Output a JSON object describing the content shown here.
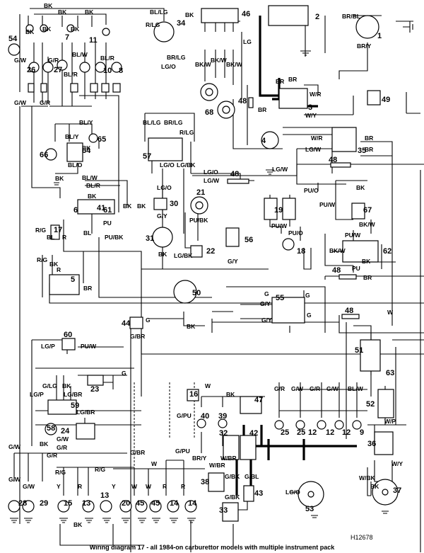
{
  "caption": "Wiring diagram 17 - all 1984-on carburettor models with multiple instrument pack",
  "reference": "H12678",
  "components": [
    {
      "id": "c1",
      "num": "1"
    },
    {
      "id": "c2",
      "num": "2"
    },
    {
      "id": "c3",
      "num": "3"
    },
    {
      "id": "c4",
      "num": "4"
    },
    {
      "id": "c5",
      "num": "5"
    },
    {
      "id": "c6",
      "num": "6"
    },
    {
      "id": "c7",
      "num": "7"
    },
    {
      "id": "c8",
      "num": "8"
    },
    {
      "id": "c9",
      "num": "9"
    },
    {
      "id": "c10",
      "num": "10"
    },
    {
      "id": "c11",
      "num": "11"
    },
    {
      "id": "c12a",
      "num": "12"
    },
    {
      "id": "c12b",
      "num": "12"
    },
    {
      "id": "c12c",
      "num": "12"
    },
    {
      "id": "c13a",
      "num": "13"
    },
    {
      "id": "c13b",
      "num": "13"
    },
    {
      "id": "c14a",
      "num": "14"
    },
    {
      "id": "c14b",
      "num": "14"
    },
    {
      "id": "c15",
      "num": "15"
    },
    {
      "id": "c16",
      "num": "16"
    },
    {
      "id": "c17",
      "num": "17"
    },
    {
      "id": "c18",
      "num": "18"
    },
    {
      "id": "c19",
      "num": "19"
    },
    {
      "id": "c20",
      "num": "20"
    },
    {
      "id": "c21",
      "num": "21"
    },
    {
      "id": "c22",
      "num": "22"
    },
    {
      "id": "c23",
      "num": "23"
    },
    {
      "id": "c24",
      "num": "24"
    },
    {
      "id": "c25a",
      "num": "25"
    },
    {
      "id": "c25b",
      "num": "25"
    },
    {
      "id": "c26",
      "num": "26"
    },
    {
      "id": "c27",
      "num": "27"
    },
    {
      "id": "c28",
      "num": "28"
    },
    {
      "id": "c29",
      "num": "29"
    },
    {
      "id": "c30",
      "num": "30"
    },
    {
      "id": "c31",
      "num": "31"
    },
    {
      "id": "c32",
      "num": "32"
    },
    {
      "id": "c33",
      "num": "33"
    },
    {
      "id": "c34",
      "num": "34"
    },
    {
      "id": "c35",
      "num": "35"
    },
    {
      "id": "c36",
      "num": "36"
    },
    {
      "id": "c37",
      "num": "37"
    },
    {
      "id": "c38",
      "num": "38"
    },
    {
      "id": "c39",
      "num": "39"
    },
    {
      "id": "c40",
      "num": "40"
    },
    {
      "id": "c41",
      "num": "41"
    },
    {
      "id": "c42",
      "num": "42"
    },
    {
      "id": "c43",
      "num": "43"
    },
    {
      "id": "c44",
      "num": "44"
    },
    {
      "id": "c45a",
      "num": "45"
    },
    {
      "id": "c45b",
      "num": "45"
    },
    {
      "id": "c46",
      "num": "46"
    },
    {
      "id": "c47",
      "num": "47"
    },
    {
      "id": "c48a",
      "num": "48"
    },
    {
      "id": "c48b",
      "num": "48"
    },
    {
      "id": "c48c",
      "num": "48"
    },
    {
      "id": "c48d",
      "num": "48"
    },
    {
      "id": "c48e",
      "num": "48"
    },
    {
      "id": "c49",
      "num": "49"
    },
    {
      "id": "c50",
      "num": "50"
    },
    {
      "id": "c51",
      "num": "51"
    },
    {
      "id": "c52",
      "num": "52"
    },
    {
      "id": "c53",
      "num": "53"
    },
    {
      "id": "c54",
      "num": "54"
    },
    {
      "id": "c55",
      "num": "55"
    },
    {
      "id": "c56",
      "num": "56"
    },
    {
      "id": "c57",
      "num": "57"
    },
    {
      "id": "c58",
      "num": "58"
    },
    {
      "id": "c59",
      "num": "59"
    },
    {
      "id": "c60",
      "num": "60"
    },
    {
      "id": "c61",
      "num": "61"
    },
    {
      "id": "c62",
      "num": "62"
    },
    {
      "id": "c63",
      "num": "63"
    },
    {
      "id": "c64",
      "num": "64"
    },
    {
      "id": "c65",
      "num": "65"
    },
    {
      "id": "c66",
      "num": "66"
    },
    {
      "id": "c67",
      "num": "67"
    },
    {
      "id": "c68",
      "num": "68"
    }
  ],
  "wire_labels": [
    {
      "id": "t01",
      "text": "BK"
    },
    {
      "id": "t02",
      "text": "BK"
    },
    {
      "id": "t03",
      "text": "BK"
    },
    {
      "id": "t04",
      "text": "BK"
    },
    {
      "id": "t05",
      "text": "BK"
    },
    {
      "id": "t06",
      "text": "BK"
    },
    {
      "id": "t07",
      "text": "BL/W"
    },
    {
      "id": "t08",
      "text": "BL/R"
    },
    {
      "id": "t09",
      "text": "BL/R"
    },
    {
      "id": "t10",
      "text": "G/W"
    },
    {
      "id": "t11",
      "text": "G/R"
    },
    {
      "id": "t12",
      "text": "BL/LG"
    },
    {
      "id": "t13",
      "text": "R/LG"
    },
    {
      "id": "t14",
      "text": "BR/LG"
    },
    {
      "id": "t15",
      "text": "LG/O"
    },
    {
      "id": "t16",
      "text": "BK"
    },
    {
      "id": "t17",
      "text": "BK/W"
    },
    {
      "id": "t18",
      "text": "BK/W"
    },
    {
      "id": "t19",
      "text": "BK/W"
    },
    {
      "id": "t20",
      "text": "LG"
    },
    {
      "id": "t21",
      "text": "BR/BL"
    },
    {
      "id": "t22",
      "text": "BR/Y"
    },
    {
      "id": "t23",
      "text": "G/W"
    },
    {
      "id": "t24",
      "text": "G/R"
    },
    {
      "id": "t25",
      "text": "BL/Y"
    },
    {
      "id": "t26",
      "text": "BL/Y"
    },
    {
      "id": "t27",
      "text": "BL/O"
    },
    {
      "id": "t28",
      "text": "BK"
    },
    {
      "id": "t29",
      "text": "BK"
    },
    {
      "id": "t30",
      "text": "BL/LG"
    },
    {
      "id": "t31",
      "text": "BR/LG"
    },
    {
      "id": "t32",
      "text": "R/LG"
    },
    {
      "id": "t33",
      "text": "LG/O"
    },
    {
      "id": "t34",
      "text": "LG/BK"
    },
    {
      "id": "t35",
      "text": "LG/O"
    },
    {
      "id": "t36",
      "text": "LG/W"
    },
    {
      "id": "t37",
      "text": "LG/O"
    },
    {
      "id": "t38",
      "text": "LG/W"
    },
    {
      "id": "t39",
      "text": "BR"
    },
    {
      "id": "t40",
      "text": "BR"
    },
    {
      "id": "t41",
      "text": "BR"
    },
    {
      "id": "t42",
      "text": "W/R"
    },
    {
      "id": "t43",
      "text": "W/Y"
    },
    {
      "id": "t44",
      "text": "W/R"
    },
    {
      "id": "t45",
      "text": "LG/W"
    },
    {
      "id": "t46",
      "text": "BR"
    },
    {
      "id": "t47",
      "text": "BR"
    },
    {
      "id": "t48",
      "text": "BL/W"
    },
    {
      "id": "t49",
      "text": "BL/R"
    },
    {
      "id": "t50",
      "text": "BK"
    },
    {
      "id": "t51",
      "text": "BK"
    },
    {
      "id": "t52",
      "text": "BK"
    },
    {
      "id": "t53",
      "text": "G/Y"
    },
    {
      "id": "t54",
      "text": "PU/BK"
    },
    {
      "id": "t55",
      "text": "BK"
    },
    {
      "id": "t56",
      "text": "LG/BK"
    },
    {
      "id": "t57",
      "text": "PU"
    },
    {
      "id": "t58",
      "text": "PU/BK"
    },
    {
      "id": "t59",
      "text": "BL"
    },
    {
      "id": "t60",
      "text": "R/G"
    },
    {
      "id": "t61",
      "text": "BL"
    },
    {
      "id": "t62",
      "text": "R"
    },
    {
      "id": "t63",
      "text": "R/G"
    },
    {
      "id": "t64",
      "text": "BK"
    },
    {
      "id": "t65",
      "text": "R"
    },
    {
      "id": "t66",
      "text": "BR"
    },
    {
      "id": "t67",
      "text": "G/Y"
    },
    {
      "id": "t68",
      "text": "PU/O"
    },
    {
      "id": "t69",
      "text": "PU/W"
    },
    {
      "id": "t70",
      "text": "PU/W"
    },
    {
      "id": "t71",
      "text": "PU/O"
    },
    {
      "id": "t72",
      "text": "BK"
    },
    {
      "id": "t73",
      "text": "BK/W"
    },
    {
      "id": "t74",
      "text": "PU/W"
    },
    {
      "id": "t75",
      "text": "BK/W"
    },
    {
      "id": "t76",
      "text": "BK"
    },
    {
      "id": "t77",
      "text": "PU"
    },
    {
      "id": "t78",
      "text": "BR"
    },
    {
      "id": "t79",
      "text": "G/Y"
    },
    {
      "id": "t80",
      "text": "G"
    },
    {
      "id": "t81",
      "text": "G/Y"
    },
    {
      "id": "t82",
      "text": "G"
    },
    {
      "id": "t83",
      "text": "G"
    },
    {
      "id": "t84",
      "text": "W"
    },
    {
      "id": "t85",
      "text": "G"
    },
    {
      "id": "t86",
      "text": "G/BR"
    },
    {
      "id": "t87",
      "text": "BK"
    },
    {
      "id": "t88",
      "text": "LG/P"
    },
    {
      "id": "t89",
      "text": "PU/W"
    },
    {
      "id": "t90",
      "text": "G"
    },
    {
      "id": "t91",
      "text": "G/LG"
    },
    {
      "id": "t92",
      "text": "BK"
    },
    {
      "id": "t93",
      "text": "LG/P"
    },
    {
      "id": "t94",
      "text": "LG/BR"
    },
    {
      "id": "t95",
      "text": "LG/BR"
    },
    {
      "id": "t96",
      "text": "G/W"
    },
    {
      "id": "t97",
      "text": "G/R"
    },
    {
      "id": "t98",
      "text": "BK"
    },
    {
      "id": "t99",
      "text": "G/W"
    },
    {
      "id": "t100",
      "text": "G/R"
    },
    {
      "id": "t101",
      "text": "R/G"
    },
    {
      "id": "t102",
      "text": "Y"
    },
    {
      "id": "t103",
      "text": "R/G"
    },
    {
      "id": "t104",
      "text": "R"
    },
    {
      "id": "t105",
      "text": "G/W"
    },
    {
      "id": "t106",
      "text": "G/W"
    },
    {
      "id": "t107",
      "text": "G/BR"
    },
    {
      "id": "t108",
      "text": "G/PU"
    },
    {
      "id": "t109",
      "text": "G/PU"
    },
    {
      "id": "t110",
      "text": "BR/Y"
    },
    {
      "id": "t111",
      "text": "Y"
    },
    {
      "id": "t112",
      "text": "W"
    },
    {
      "id": "t113",
      "text": "W"
    },
    {
      "id": "t114",
      "text": "W"
    },
    {
      "id": "t115",
      "text": "R"
    },
    {
      "id": "t116",
      "text": "R"
    },
    {
      "id": "t117",
      "text": "W"
    },
    {
      "id": "t118",
      "text": "BK"
    },
    {
      "id": "t119",
      "text": "BK"
    },
    {
      "id": "t120",
      "text": "G/R"
    },
    {
      "id": "t121",
      "text": "G/W"
    },
    {
      "id": "t122",
      "text": "G/R"
    },
    {
      "id": "t123",
      "text": "G/W"
    },
    {
      "id": "t124",
      "text": "BL/W"
    },
    {
      "id": "t125",
      "text": "W/BR"
    },
    {
      "id": "t126",
      "text": "G/BK"
    },
    {
      "id": "t127",
      "text": "G/BL"
    },
    {
      "id": "t128",
      "text": "LG/O"
    },
    {
      "id": "t129",
      "text": "W/BK"
    },
    {
      "id": "t130",
      "text": "W/Y"
    },
    {
      "id": "t131",
      "text": "W/P"
    },
    {
      "id": "t132",
      "text": "BK"
    },
    {
      "id": "t133",
      "text": "G/BK"
    },
    {
      "id": "t134",
      "text": "W/BR"
    }
  ]
}
